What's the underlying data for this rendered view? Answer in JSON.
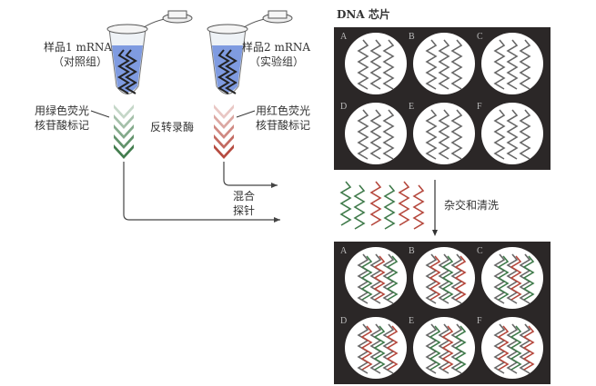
{
  "left": {
    "sample1": {
      "line1": "样品1 mRNA",
      "line2": "（对照组）"
    },
    "sample2": {
      "line1": "样品2 mRNA",
      "line2": "（实验组）"
    },
    "green_label": {
      "line1": "用绿色荧光",
      "line2": "核苷酸标记"
    },
    "red_label": {
      "line1": "用红色荧光",
      "line2": "核苷酸标记"
    },
    "enzyme": "反转录酶",
    "mix": {
      "line1": "混合",
      "line2": "探针"
    }
  },
  "right": {
    "chip_title": "DNA 芯片",
    "hybridize": "杂交和清洗",
    "well_labels": [
      "A",
      "B",
      "C",
      "D",
      "E",
      "F"
    ]
  },
  "colors": {
    "green": "#3f7a4a",
    "red": "#b5473c",
    "chip": "#2b2727",
    "probe": "#666666"
  }
}
